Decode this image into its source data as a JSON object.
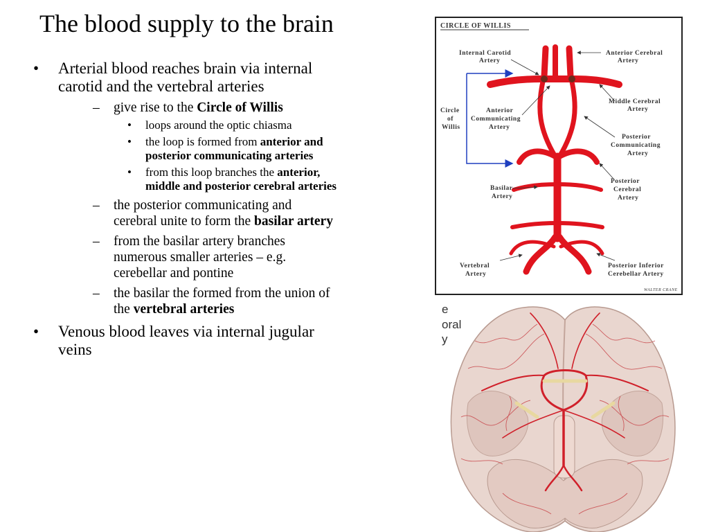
{
  "title": "The blood supply to the brain",
  "bullets": {
    "b1": {
      "marker": "•",
      "text": "Arterial blood reaches brain via internal carotid and the vertebral arteries"
    },
    "b1_1": {
      "marker": "–",
      "pre": "give rise to the ",
      "bold": "Circle of Willis"
    },
    "b1_1_1": {
      "marker": "•",
      "text": "loops around the optic chiasma"
    },
    "b1_1_2": {
      "marker": "•",
      "pre": "the loop is formed from ",
      "bold": "anterior and posterior communicating arteries"
    },
    "b1_1_3": {
      "marker": "•",
      "pre": "from this loop branches the ",
      "bold": "anterior, middle and posterior cerebral arteries"
    },
    "b1_2": {
      "marker": "–",
      "pre": "the posterior communicating and cerebral unite to form the ",
      "bold": "basilar artery"
    },
    "b1_3": {
      "marker": "–",
      "text": "from the basilar artery branches numerous smaller arteries – e.g. cerebellar and pontine"
    },
    "b1_4": {
      "marker": "–",
      "pre": "the basilar the formed from the union of the ",
      "bold": "vertebral arteries"
    },
    "b2": {
      "marker": "•",
      "text": "Venous blood leaves via internal jugular veins"
    }
  },
  "diagram": {
    "heading": "CIRCLE OF WILLIS",
    "labels": {
      "internal_carotid_1": "Internal Carotid",
      "internal_carotid_2": "Artery",
      "anterior_cerebral_1": "Anterior Cerebral",
      "anterior_cerebral_2": "Artery",
      "middle_cerebral_1": "Middle Cerebral",
      "middle_cerebral_2": "Artery",
      "circle_1": "Circle",
      "circle_2": "of",
      "circle_3": "Willis",
      "anterior_comm_1": "Anterior",
      "anterior_comm_2": "Communicating",
      "anterior_comm_3": "Artery",
      "posterior_comm_1": "Posterior",
      "posterior_comm_2": "Communicating",
      "posterior_comm_3": "Artery",
      "basilar_1": "Basilar",
      "basilar_2": "Artery",
      "posterior_cerebral_1": "Posterior",
      "posterior_cerebral_2": "Cerebral",
      "posterior_cerebral_3": "Artery",
      "vertebral_1": "Vertebral",
      "vertebral_2": "Artery",
      "pica_1": "Posterior Inferior",
      "pica_2": "Cerebellar Artery",
      "signature": "WALTER CRANE"
    },
    "artery_color": "#e0141e",
    "arrow_color": "#1f3fbf"
  },
  "brain": {
    "cropped_text_1": "e",
    "cropped_text_2": "oral",
    "cropped_text_3": "y"
  }
}
